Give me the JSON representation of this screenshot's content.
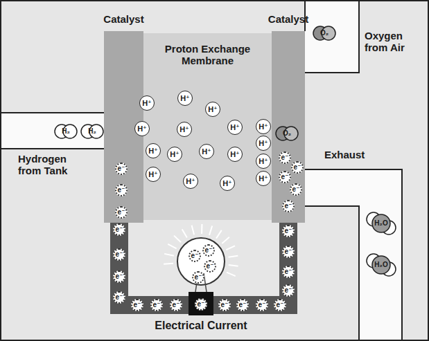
{
  "diagram": {
    "nodes": [
      {
        "text": [
          "Catalyst"
        ]
      },
      {
        "text": [
          "Catalyst"
        ]
      },
      {
        "text": [
          "Proton Exchange Membrane"
        ]
      },
      {
        "text": [
          "H⁺"
        ],
        "in": 2
      },
      {
        "text": [
          "H⁺"
        ],
        "in": 2
      },
      {
        "text": [
          "H⁺"
        ],
        "in": 2
      },
      {
        "text": [
          "H⁺"
        ],
        "in": 2
      },
      {
        "text": [
          "H⁺"
        ],
        "in": 2
      },
      {
        "text": [
          "H⁺"
        ],
        "in": 2
      },
      {
        "text": [
          "H⁺"
        ],
        "in": 2
      },
      {
        "text": [
          "H⁺"
        ],
        "in": 2
      },
      {
        "text": [
          "H⁺"
        ],
        "in": 2
      },
      {
        "text": [
          "H⁺"
        ],
        "in": 2
      },
      {
        "text": [
          "H⁺"
        ],
        "in": 2
      },
      {
        "text": [
          "H⁺"
        ],
        "in": 2
      },
      {
        "text": [
          "H⁺"
        ],
        "in": 2
      },
      {
        "text": [
          "H⁺"
        ],
        "in": 2
      },
      {
        "text": [
          "H⁺"
        ],
        "in": 2
      },
      {
        "text": [
          "H⁺"
        ],
        "in": 2
      },
      {
        "text": [
          "H⁺"
        ],
        "in": 2
      },
      {
        "text": [
          "e⁻"
        ],
        "in": 0
      },
      {
        "text": [
          "e⁻"
        ],
        "in": 0
      },
      {
        "text": [
          "e⁻"
        ],
        "in": 0
      },
      {
        "text": [
          "O₂"
        ],
        "in": 1
      },
      {
        "text": [
          "e⁻"
        ],
        "in": 1
      },
      {
        "text": [
          "e⁻"
        ],
        "in": 1
      },
      {
        "text": [
          "e⁻"
        ],
        "in": 1
      },
      {
        "text": [
          "e⁻"
        ],
        "in": 1
      },
      {
        "text": [
          "e⁻"
        ],
        "in": 1
      },
      {
        "text": [
          "H₂"
        ]
      },
      {
        "text": [
          "H₂"
        ]
      },
      {
        "text": [
          "O₂"
        ]
      },
      {
        "text": [
          "H₂O"
        ]
      },
      {
        "text": [
          "H₂O"
        ]
      },
      {
        "text": [
          "e⁻"
        ]
      },
      {
        "text": [
          "e⁻"
        ]
      },
      {
        "text": [
          "e⁻"
        ]
      },
      {
        "text": [
          "e⁻"
        ]
      },
      {
        "text": [
          "e⁻"
        ]
      },
      {
        "text": [
          "e⁻"
        ]
      },
      {
        "text": [
          "e⁻"
        ]
      },
      {
        "text": [
          "e⁻"
        ]
      },
      {
        "text": [
          "e⁻"
        ]
      },
      {
        "text": [
          "e⁻"
        ]
      },
      {
        "text": [
          "e⁻"
        ]
      },
      {
        "text": [
          "e⁻"
        ]
      },
      {
        "text": [
          "e⁻"
        ]
      },
      {
        "text": [
          "e⁻"
        ]
      },
      {
        "text": [
          "e⁻"
        ]
      },
      {
        "text": [
          "e⁻"
        ]
      },
      {
        "text": [
          "e⁻"
        ]
      },
      {
        "text": [
          "e⁻"
        ]
      },
      {
        "text": [
          "e⁻"
        ]
      },
      {
        "text": [
          "e⁻"
        ]
      }
    ],
    "labels": [
      "Oxygen from Air",
      "Hydrogen from Tank",
      "Exhaust",
      "Electrical Current"
    ]
  }
}
